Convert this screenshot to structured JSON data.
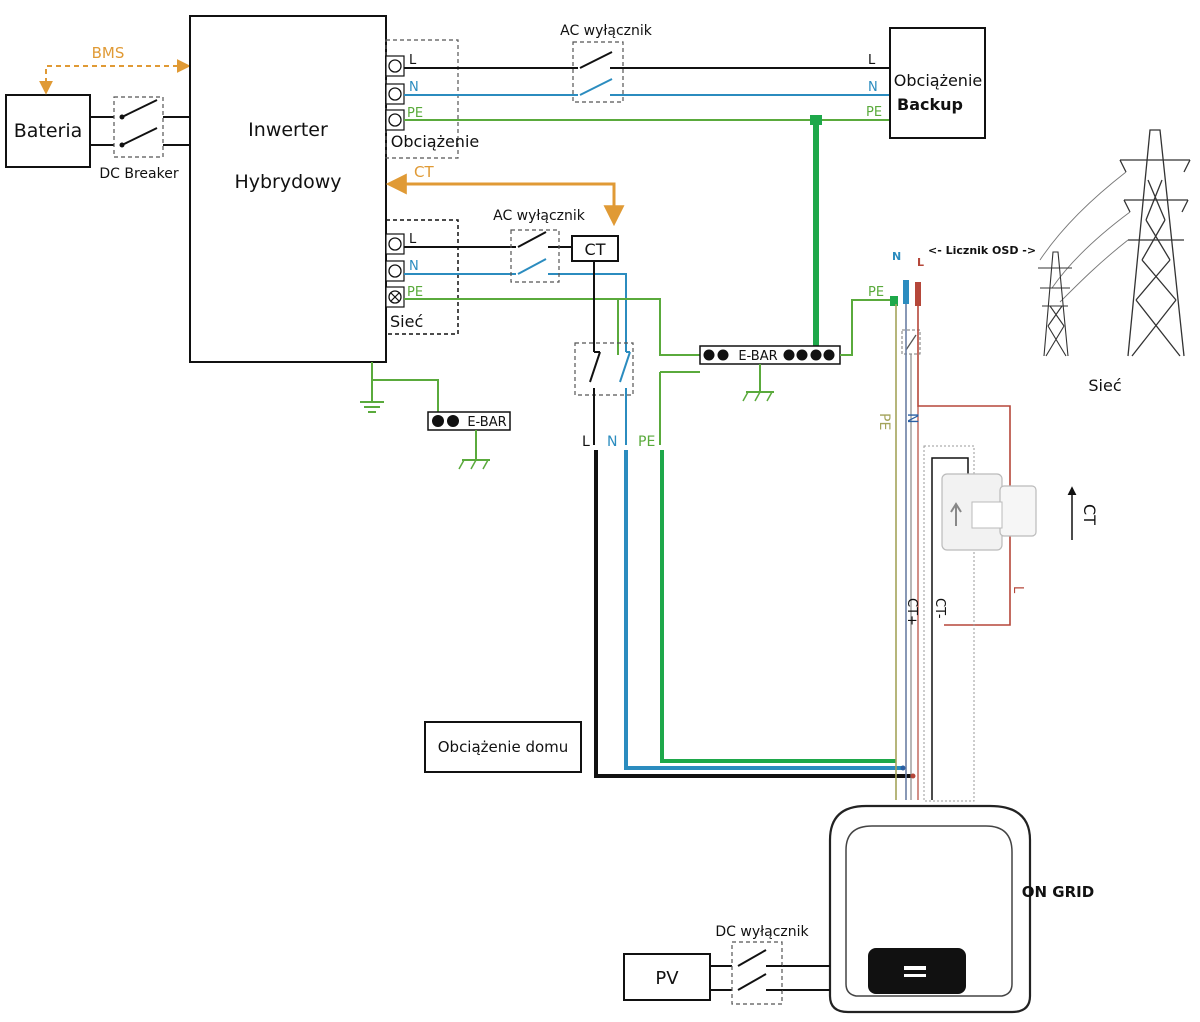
{
  "battery": {
    "label": "Bateria"
  },
  "bms": {
    "label": "BMS"
  },
  "dc_breaker": {
    "label": "DC Breaker"
  },
  "inverter": {
    "line1": "Inwerter",
    "line2": "Hybrydowy"
  },
  "ct_link": {
    "label": "CT"
  },
  "load_terminal": {
    "l": "L",
    "n": "N",
    "pe": "PE",
    "label": "Obciążenie"
  },
  "grid_terminal": {
    "l": "L",
    "n": "N",
    "pe": "PE",
    "label": "Sieć"
  },
  "ac_switch_top": {
    "label": "AC wyłącznik"
  },
  "ac_switch_mid": {
    "label": "AC wyłącznik"
  },
  "ct_box": {
    "label": "CT"
  },
  "backup_load": {
    "l": "L",
    "n": "N",
    "pe": "PE",
    "line1": "Obciążenie",
    "line2": "Backup"
  },
  "ebar_main": {
    "label": "E-BAR"
  },
  "ebar_small": {
    "label": "E-BAR"
  },
  "house_wires": {
    "l": "L",
    "n": "N",
    "pe": "PE"
  },
  "house_load": {
    "label": "Obciążenie domu"
  },
  "meter": {
    "label": "<- Licznik OSD ->",
    "n": "N",
    "l": "L",
    "pe": "PE"
  },
  "grid": {
    "label": "Sieć"
  },
  "vertical_labels": {
    "pe": "PE",
    "n": "N",
    "ct_plus": "CT+",
    "ct_minus": "CT-",
    "l": "L",
    "ct_arrow": "CT"
  },
  "on_grid": {
    "label": "ON GRID"
  },
  "pv": {
    "label": "PV"
  },
  "dc_switch": {
    "label": "DC wyłącznik"
  },
  "colors": {
    "l": "#111111",
    "n": "#2b8cbf",
    "pe": "#5aaa3c",
    "pe_bold": "#1ea84a",
    "ct": "#e09a35",
    "bms": "#e09a35",
    "red": "#b5473a",
    "olive": "#a3a35a",
    "grey": "#888888"
  }
}
